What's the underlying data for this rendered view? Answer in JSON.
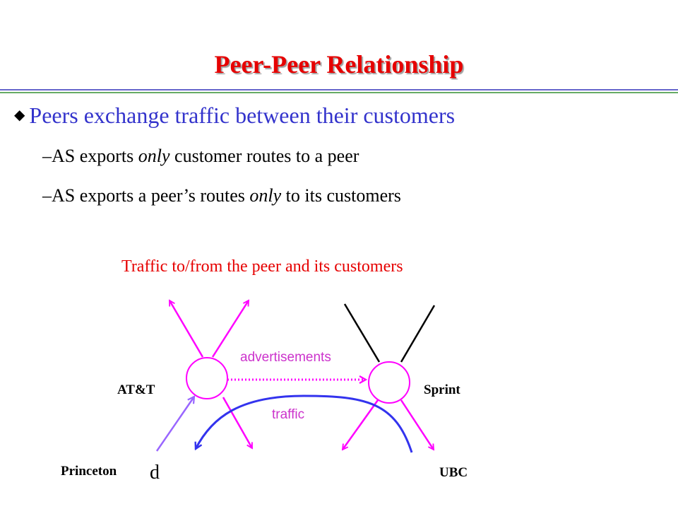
{
  "slide": {
    "title": "Peer-Peer Relationship",
    "bullet_main": "Peers exchange traffic between their customers",
    "sub_bullets": [
      {
        "dash": "–",
        "before": "AS exports ",
        "emph": "only",
        "after": " customer routes to a peer"
      },
      {
        "dash": "–",
        "before": "AS exports a peer’s routes ",
        "emph": "only",
        "after": " to its customers"
      }
    ],
    "caption": "Traffic to/from the peer and its customers"
  },
  "diagram": {
    "labels": {
      "att": "AT&T",
      "sprint": "Sprint",
      "princeton": "Princeton",
      "d": "d",
      "ubc": "UBC",
      "advertisements": "advertisements",
      "traffic": "traffic"
    },
    "icons": {
      "bullet": "diamond-bullet-icon"
    }
  },
  "colors": {
    "title": "#e60000",
    "bullet_main": "#3333cc",
    "caption": "#e60000",
    "magenta": "#ff00ff",
    "purple": "#9966ff",
    "blue": "#3333ee",
    "annotation": "#cc33cc",
    "rule_blue": "#6666cc",
    "rule_green": "#66aa66"
  }
}
